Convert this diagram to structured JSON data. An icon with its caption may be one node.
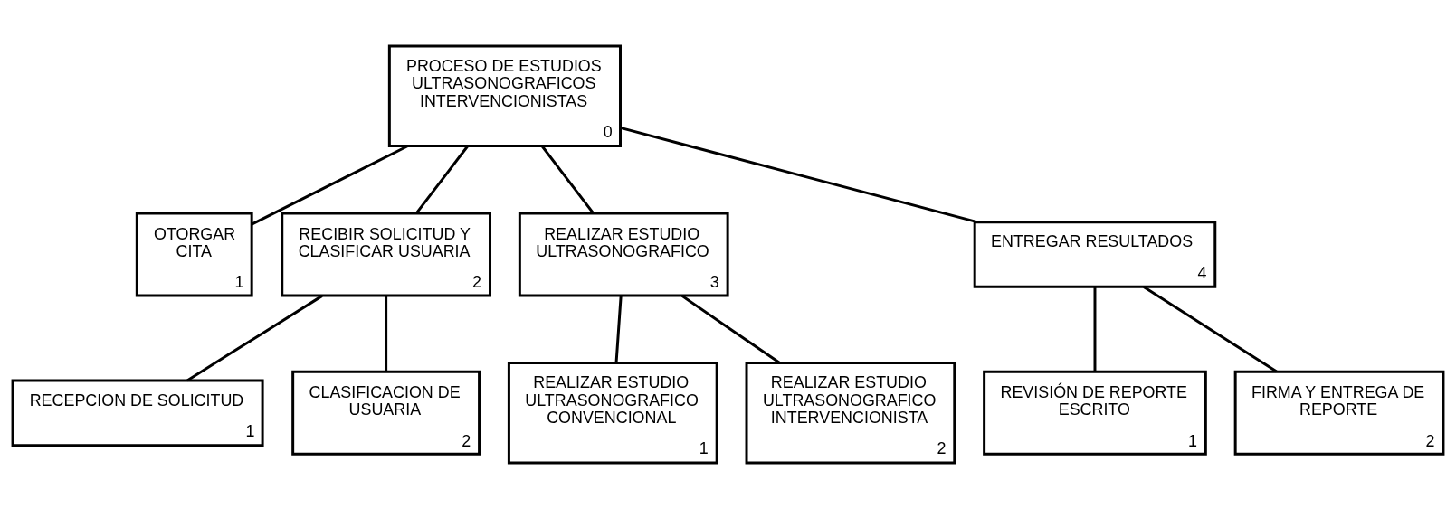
{
  "diagram": {
    "nodes": [
      {
        "text": [
          "PROCESO DE ESTUDIOS ULTRASONOGRAFICOS INTERVENCIONISTAS",
          "0"
        ]
      },
      {
        "text": [
          "OTORGAR CITA",
          "1"
        ]
      },
      {
        "text": [
          "RECIBIR SOLICITUD Y CLASIFICAR USUARIA",
          "2"
        ]
      },
      {
        "text": [
          "REALIZAR ESTUDIO ULTRASONOGRAFICO",
          "3"
        ]
      },
      {
        "text": [
          "ENTREGAR RESULTADOS",
          "4"
        ]
      },
      {
        "text": [
          "RECEPCION DE SOLICITUD",
          "1"
        ]
      },
      {
        "text": [
          "CLASIFICACION DE USUARIA",
          "2"
        ]
      },
      {
        "text": [
          "REALIZAR ESTUDIO ULTRASONOGRAFICO CONVENCIONAL",
          "1"
        ]
      },
      {
        "text": [
          "REALIZAR ESTUDIO ULTRASONOGRAFICO INTERVENCIONISTA",
          "2"
        ]
      },
      {
        "text": [
          "REVISIÓN DE REPORTE ESCRITO",
          "1"
        ]
      },
      {
        "text": [
          "FIRMA Y ENTREGA DE REPORTE",
          "2"
        ]
      }
    ],
    "edges": [
      {
        "from": 0,
        "to": 1,
        "arrow": "none"
      },
      {
        "from": 0,
        "to": 2,
        "arrow": "none"
      },
      {
        "from": 0,
        "to": 3,
        "arrow": "none"
      },
      {
        "from": 0,
        "to": 4,
        "arrow": "none"
      },
      {
        "from": 2,
        "to": 5,
        "arrow": "none"
      },
      {
        "from": 2,
        "to": 6,
        "arrow": "none"
      },
      {
        "from": 3,
        "to": 7,
        "arrow": "none"
      },
      {
        "from": 3,
        "to": 8,
        "arrow": "none"
      },
      {
        "from": 4,
        "to": 9,
        "arrow": "none"
      },
      {
        "from": 4,
        "to": 10,
        "arrow": "none"
      }
    ]
  }
}
